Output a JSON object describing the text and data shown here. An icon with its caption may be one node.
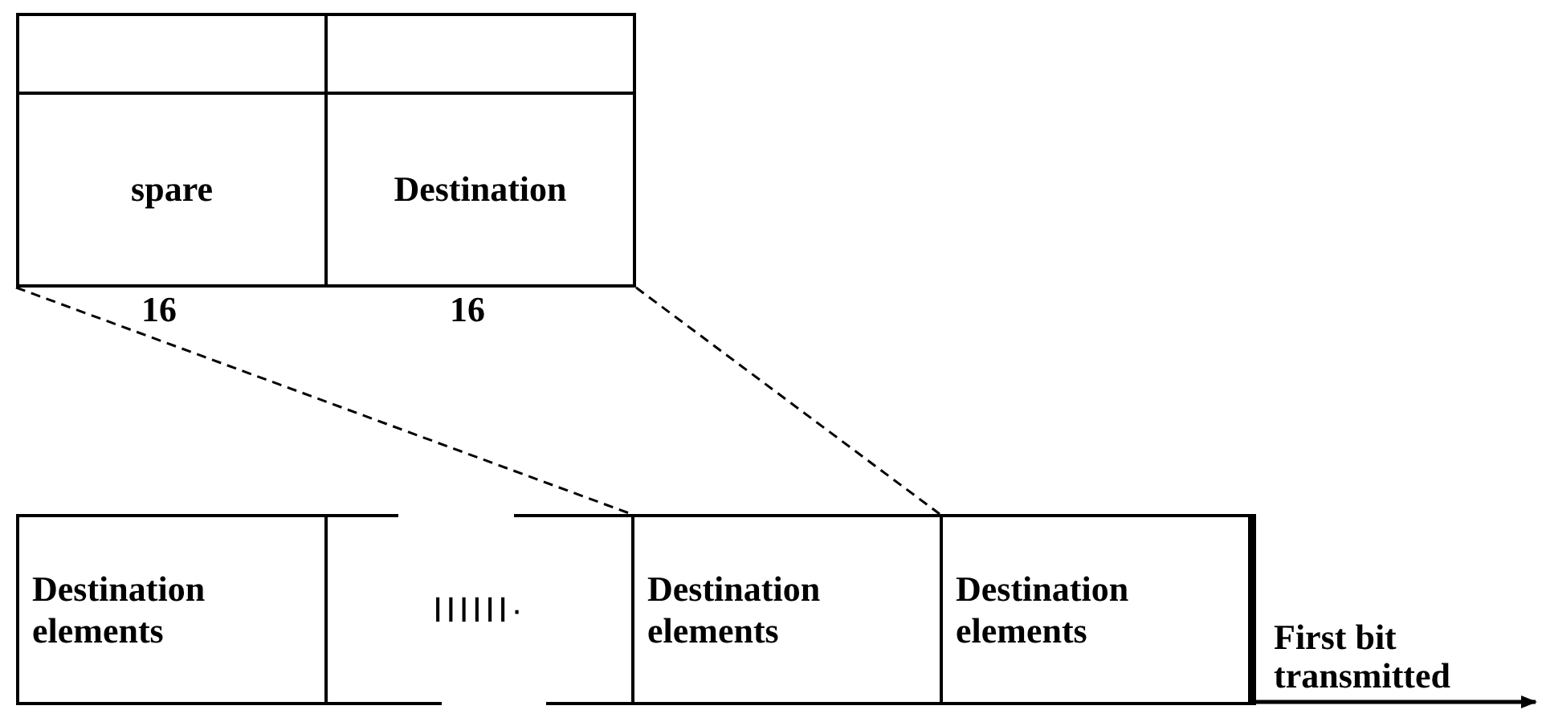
{
  "diagram": {
    "nodes": [
      {
        "text": [],
        "shape": "box"
      },
      {
        "text": [],
        "shape": "box"
      },
      {
        "text": [
          "spare"
        ]
      },
      {
        "text": [
          "Destination"
        ]
      },
      {
        "text": [
          "Destination elements"
        ]
      },
      {
        "text": [
          "IIIIII·"
        ]
      },
      {
        "text": [
          "Destination elements"
        ]
      },
      {
        "text": [
          "Destination elements"
        ]
      }
    ],
    "edges": [
      {
        "from": 2,
        "to": 6,
        "arrow": "none",
        "style": "dashed"
      },
      {
        "from": 3,
        "to": 7,
        "arrow": "none",
        "style": "dashed"
      }
    ],
    "labels": [
      "16",
      "16",
      "First bit transmitted"
    ]
  }
}
